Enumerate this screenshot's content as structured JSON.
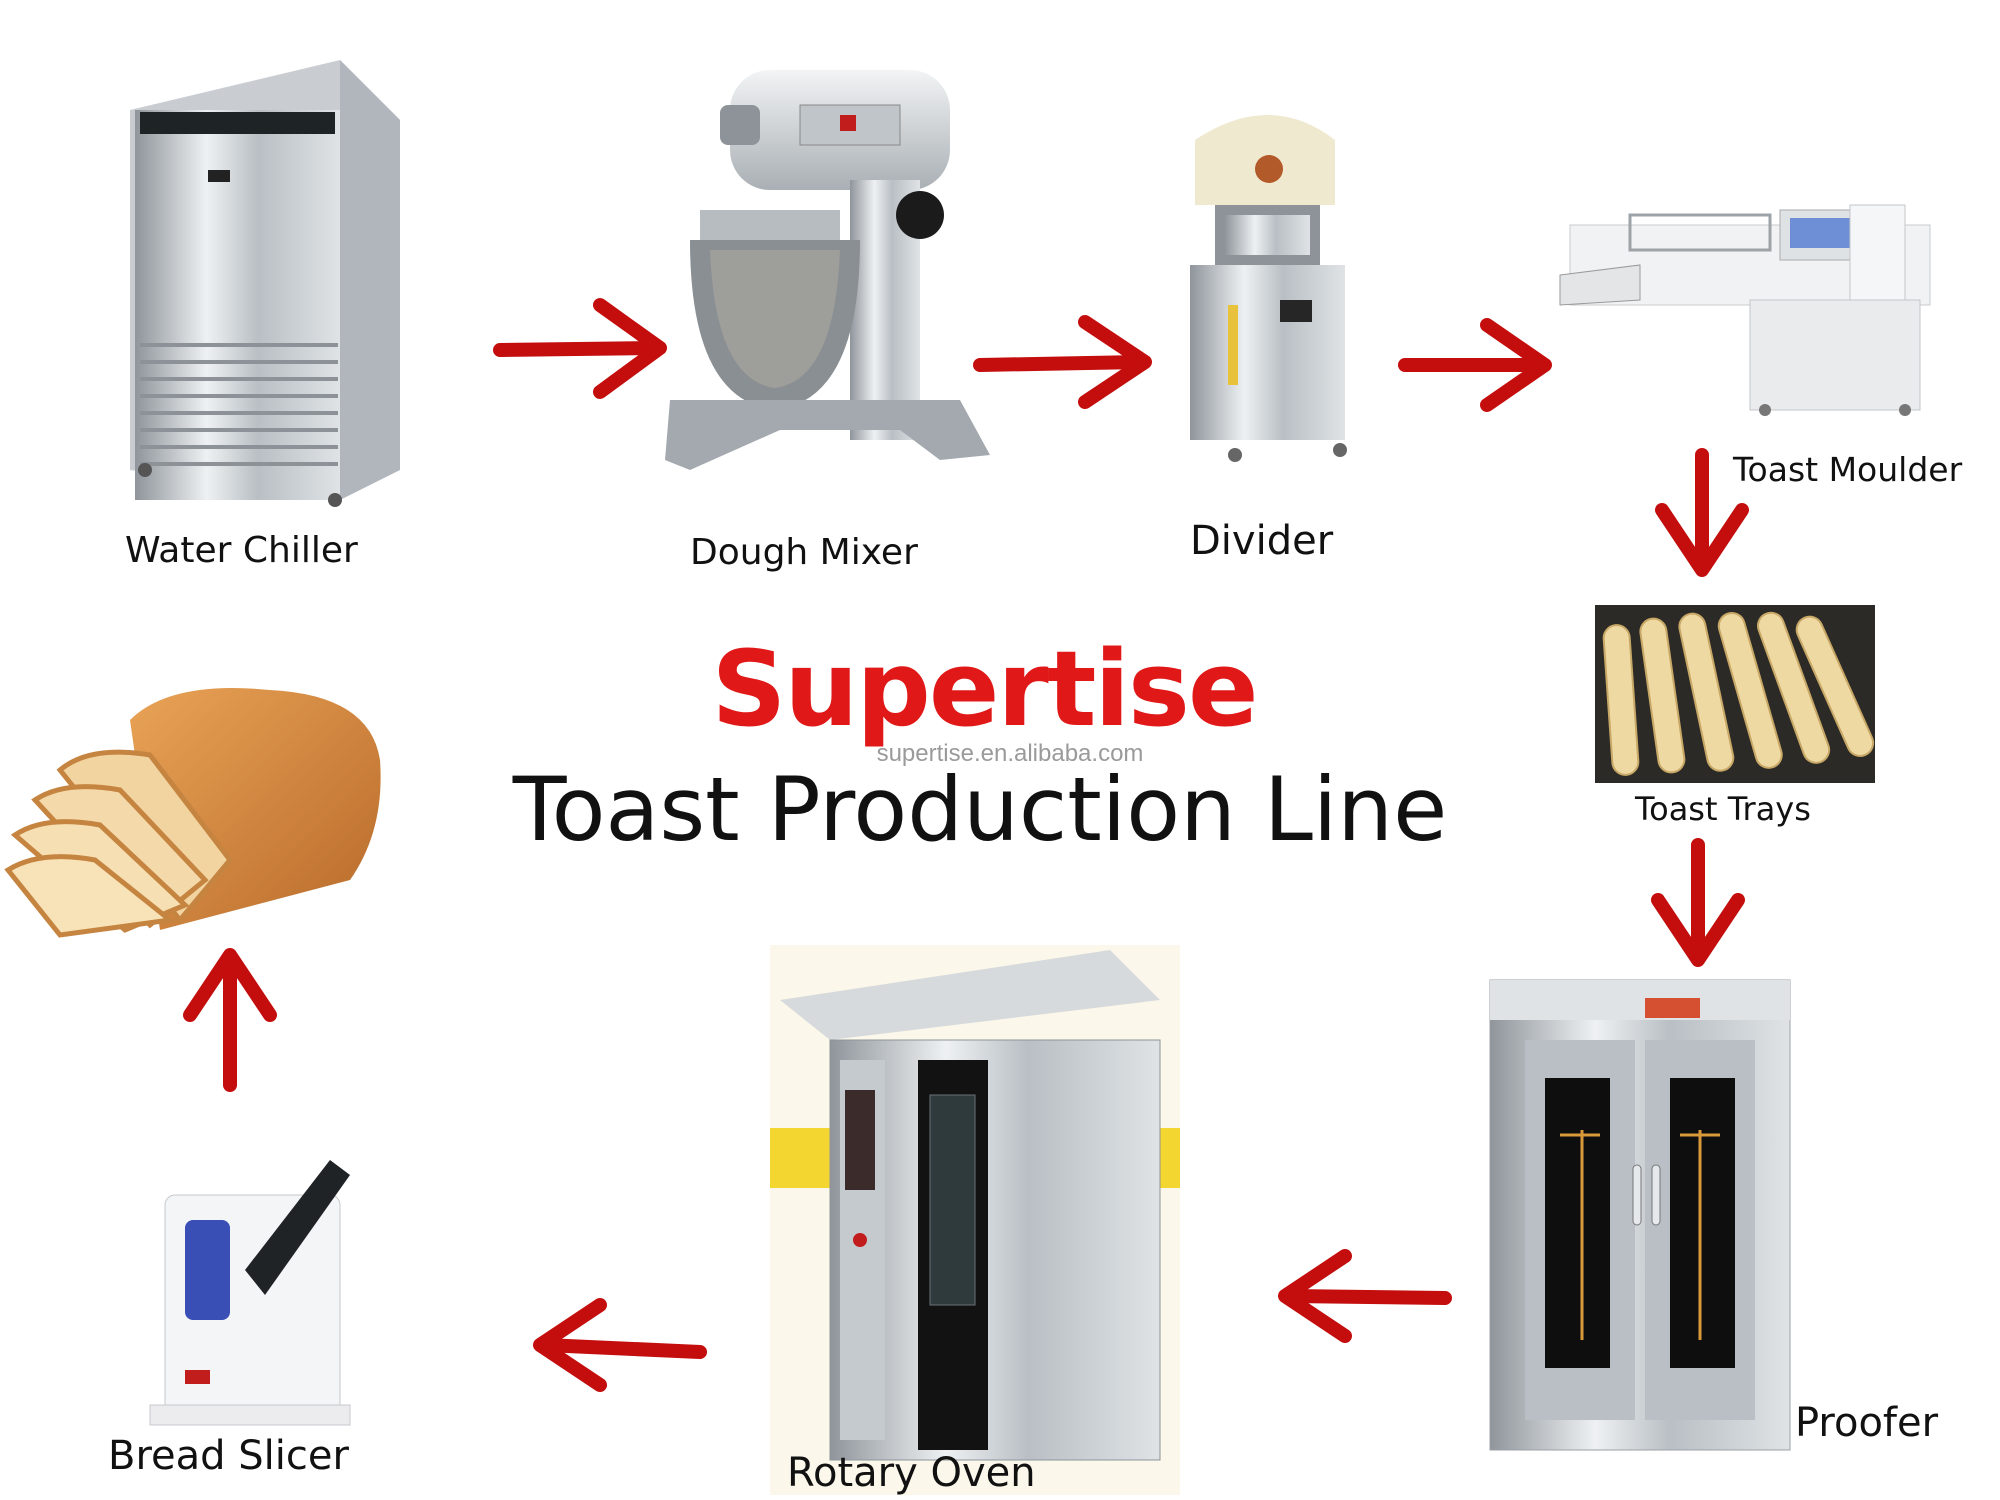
{
  "brand": {
    "name": "Supertise",
    "accent": "#e01818"
  },
  "watermark": "supertise.en.alibaba.com",
  "title": "Toast Production Line",
  "arrow_color": "#c40d0d",
  "steps": {
    "water_chiller": "Water Chiller",
    "dough_mixer": "Dough Mixer",
    "divider": "Divider",
    "toast_moulder": "Toast Moulder",
    "toast_trays": "Toast Trays",
    "proofer": "Proofer",
    "rotary_oven": "Rotary Oven",
    "bread_slicer": "Bread Slicer"
  }
}
